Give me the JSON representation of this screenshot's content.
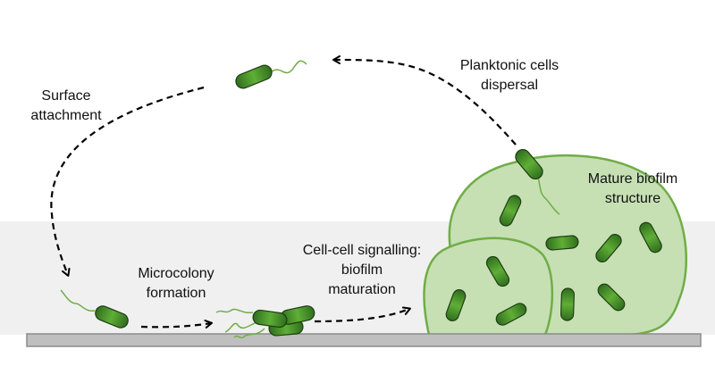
{
  "colors": {
    "surface_fill": "#bfbfbf",
    "surface_stroke": "#8c8c8c",
    "biofilm_fill": "#c6e0b4",
    "biofilm_stroke": "#70ad47",
    "cell_dark": "#2f6d1e",
    "cell_light": "#5fae36",
    "cell_stroke": "#1e3d12",
    "arrow": "#000000"
  },
  "labels": {
    "surface_attachment": [
      "Surface",
      "attachment"
    ],
    "microcolony": [
      "Microcolony",
      "formation"
    ],
    "signalling": [
      "Cell-cell signalling:",
      "biofilm",
      "maturation"
    ],
    "mature": [
      "Mature biofilm",
      "structure"
    ],
    "planktonic": [
      "Planktonic cells",
      "dispersal"
    ]
  }
}
